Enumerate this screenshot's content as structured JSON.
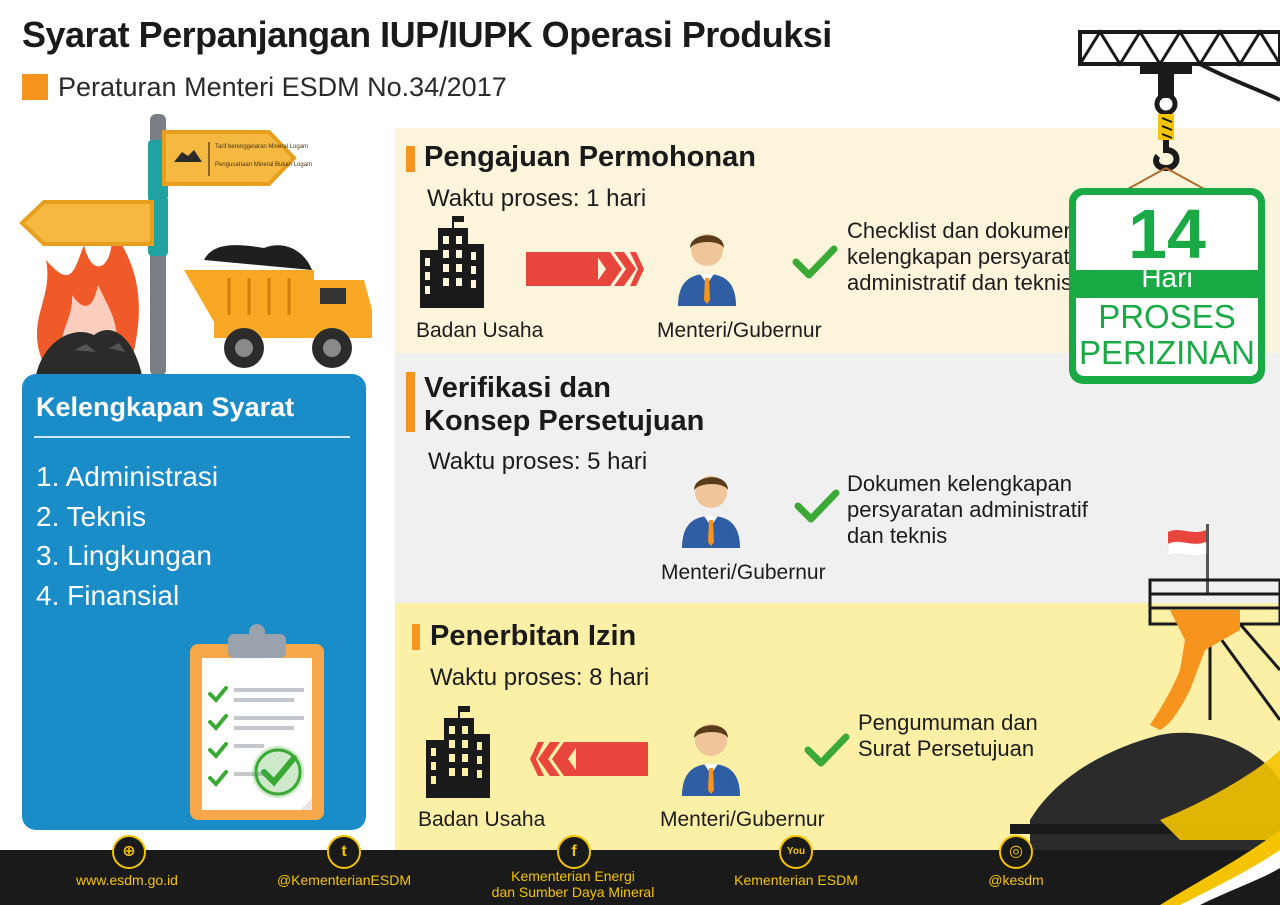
{
  "header": {
    "title": "Syarat Perpanjangan IUP/IUPK Operasi Produksi",
    "subtitle": "Peraturan Menteri ESDM No.34/2017"
  },
  "requirements": {
    "title": "Kelengkapan Syarat",
    "items": [
      "1. Administrasi",
      "2. Teknis",
      "3. Lingkungan",
      "4. Finansial"
    ]
  },
  "stages": [
    {
      "title": "Pengajuan Permohonan",
      "time": "Waktu proses: 1 hari",
      "from": "Badan Usaha",
      "to": "Menteri/Gubernur",
      "note": [
        "Checklist dan dokumen",
        "kelengkapan persyaratan",
        "administratif dan teknis"
      ]
    },
    {
      "title_lines": [
        "Verifikasi dan",
        "Konsep Persetujuan"
      ],
      "time": "Waktu proses: 5 hari",
      "actor": "Menteri/Gubernur",
      "note": [
        "Dokumen kelengkapan",
        "persyaratan administratif",
        "dan teknis"
      ]
    },
    {
      "title": "Penerbitan Izin",
      "time": "Waktu proses: 8 hari",
      "from": "Menteri/Gubernur",
      "to": "Badan Usaha",
      "note": [
        "Pengumuman dan",
        "Surat Persetujuan"
      ]
    }
  ],
  "badge": {
    "number": "14",
    "unit": "Hari",
    "line1": "PROSES",
    "line2": "PERIZINAN"
  },
  "signpost": {
    "text1": "Tarif berenggelaran Mineral Logam",
    "text2": "Pengusahaan Mineral Bukan Logam"
  },
  "colors": {
    "accent": "#f7941d",
    "panel": "#1a8dc8",
    "badge": "#1aaa45",
    "arrow": "#e8453c",
    "check": "#3aa935",
    "footer": "#1a1a1a",
    "footer_text": "#f5c400"
  },
  "footer": [
    {
      "icon": "globe-icon",
      "text": "www.esdm.go.id"
    },
    {
      "icon": "twitter-icon",
      "text": "@KementerianESDM"
    },
    {
      "icon": "facebook-icon",
      "text1": "Kementerian Energi",
      "text2": "dan Sumber Daya Mineral"
    },
    {
      "icon": "youtube-icon",
      "text": "Kementerian ESDM"
    },
    {
      "icon": "instagram-icon",
      "text": "@kesdm"
    }
  ]
}
